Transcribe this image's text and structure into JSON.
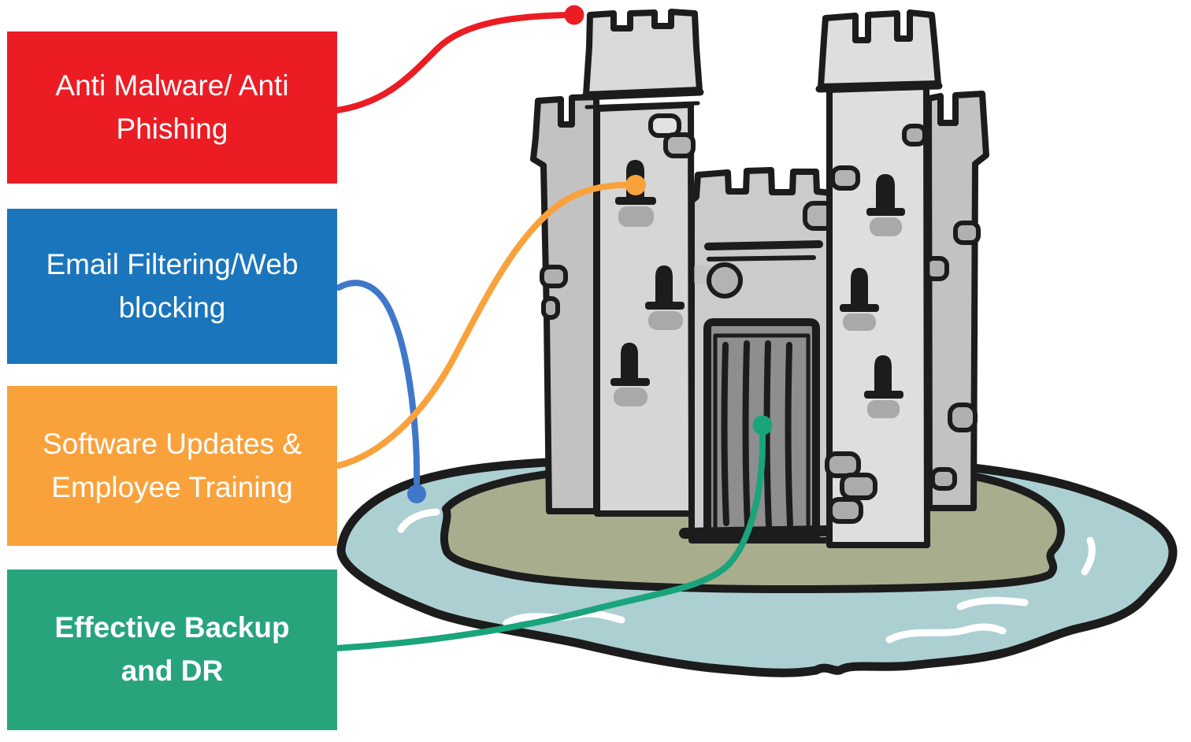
{
  "diagram": {
    "description": "Layered IT security defences drawn as a cartoon castle on an island surrounded by a moat",
    "layers": [
      {
        "id": "anti-malware",
        "label": "Anti Malware/ Anti\nPhishing",
        "box_color": "#ec1c24",
        "connector_color": "#ec1c24",
        "connector_target": "castle-tower-top"
      },
      {
        "id": "email-filtering",
        "label": "Email Filtering/Web\nblocking",
        "box_color": "#1b75bc",
        "connector_color": "#3f78c8",
        "connector_target": "moat-edge"
      },
      {
        "id": "software-updates",
        "label": "Software Updates &\nEmployee Training",
        "box_color": "#f9a23c",
        "connector_color": "#f9a23c",
        "connector_target": "tower-window"
      },
      {
        "id": "backup-dr",
        "label": "Effective Backup\nand DR",
        "box_color": "#28a47d",
        "connector_color": "#1aa47b",
        "connector_target": "castle-gate"
      }
    ],
    "illustration": {
      "scene": "cartoon stone castle with four towers, keep and barred gate, on a grassy island in a moat",
      "moat_color": "#accfd2",
      "island_color": "#a8ad8d",
      "outline_color": "#1c1c1c"
    }
  }
}
